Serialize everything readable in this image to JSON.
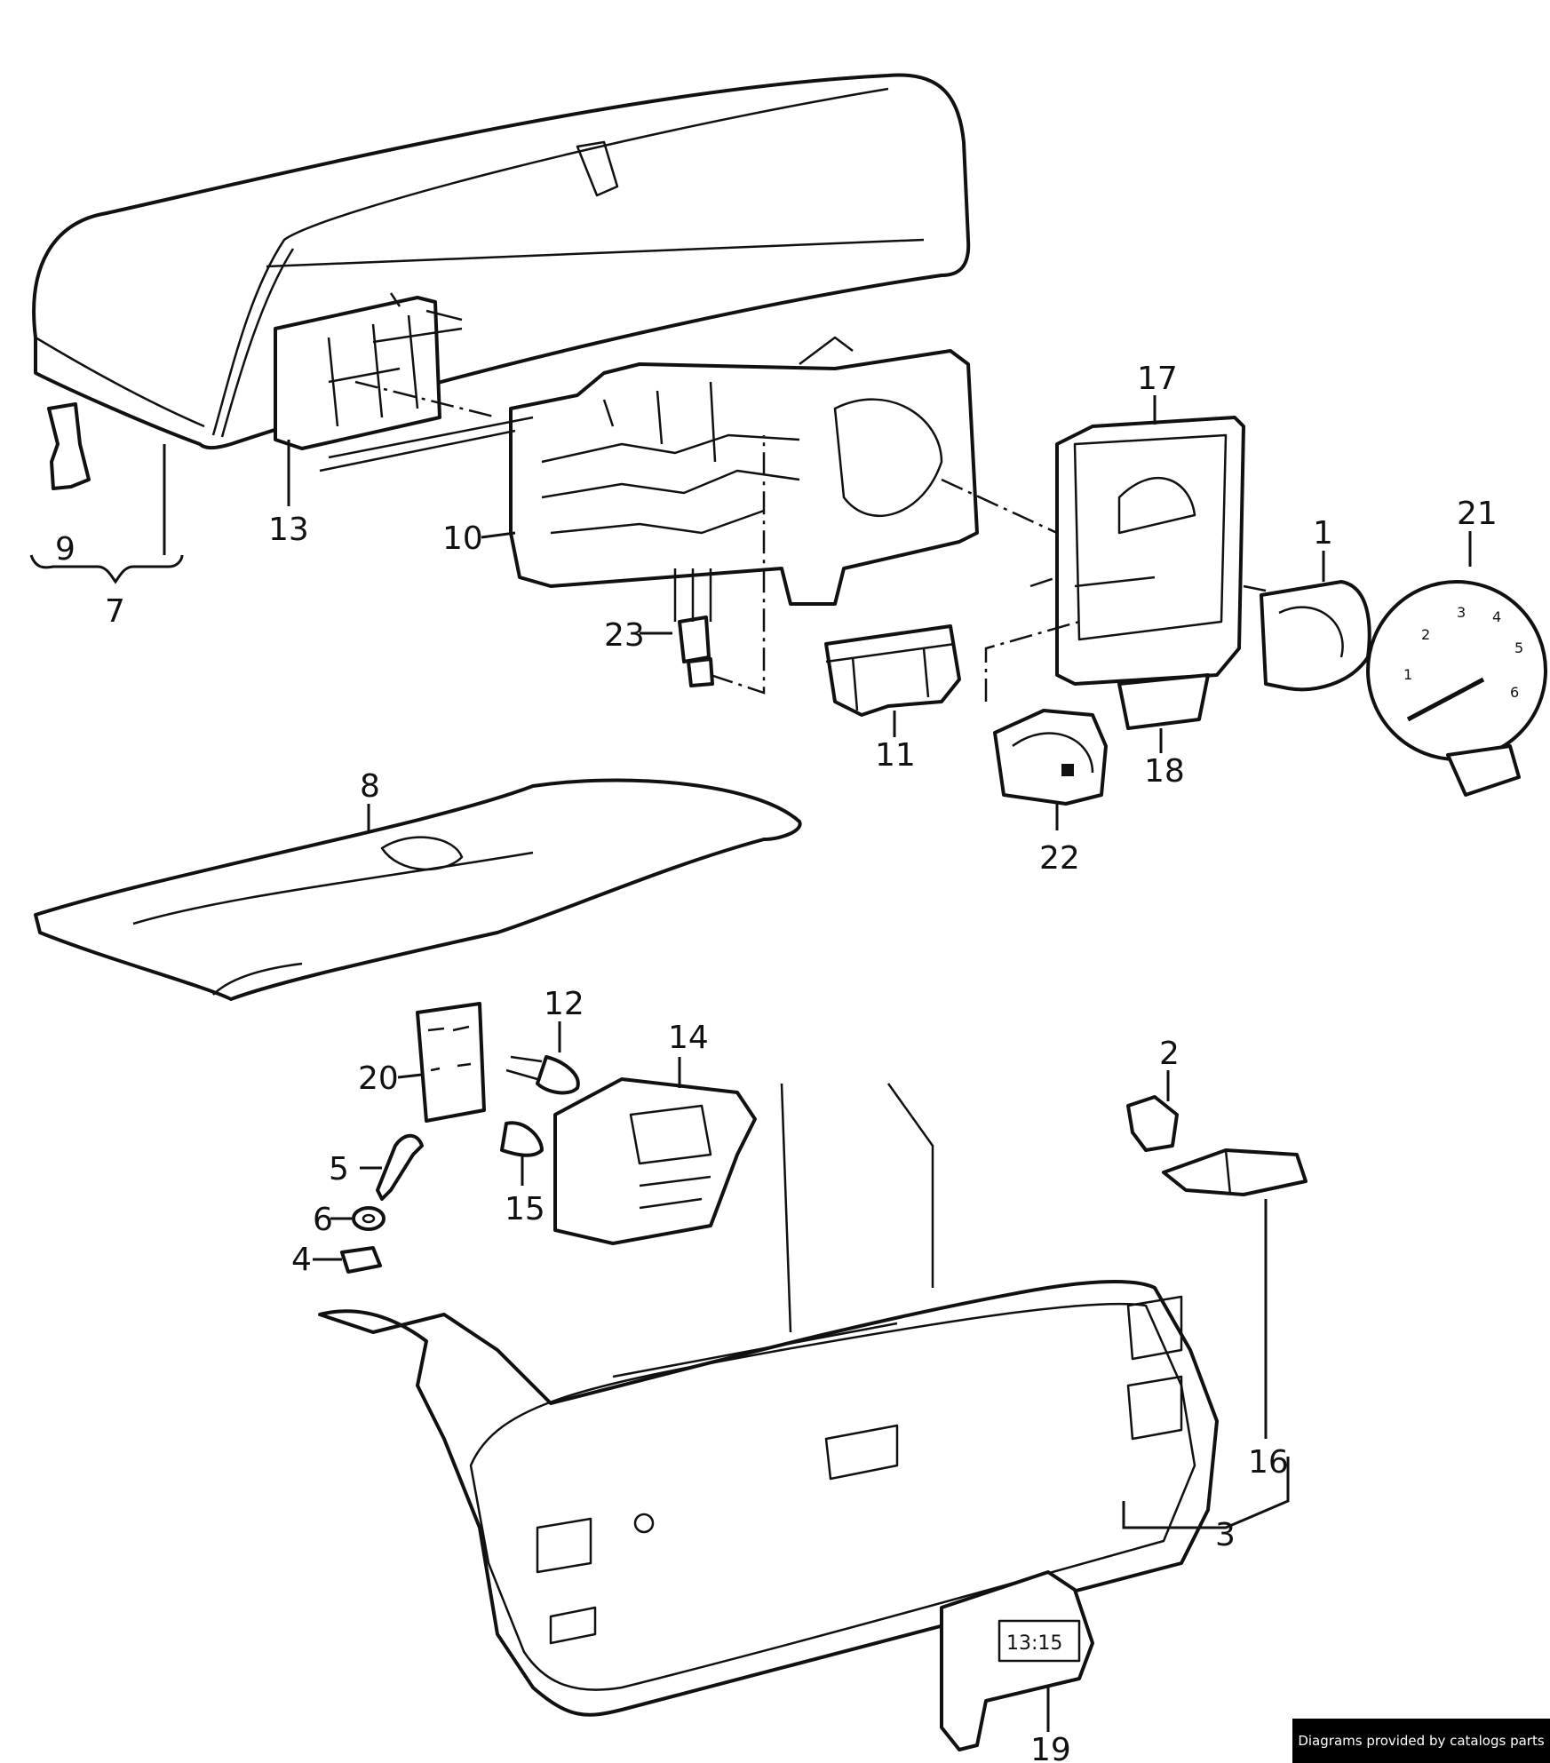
{
  "callouts": [
    {
      "id": "1",
      "text": "1"
    },
    {
      "id": "2",
      "text": "2"
    },
    {
      "id": "3",
      "text": "3"
    },
    {
      "id": "4",
      "text": "4"
    },
    {
      "id": "5",
      "text": "5"
    },
    {
      "id": "6",
      "text": "6"
    },
    {
      "id": "7",
      "text": "7"
    },
    {
      "id": "8",
      "text": "8"
    },
    {
      "id": "9",
      "text": "9"
    },
    {
      "id": "10",
      "text": "10"
    },
    {
      "id": "11",
      "text": "11"
    },
    {
      "id": "12",
      "text": "12"
    },
    {
      "id": "13",
      "text": "13"
    },
    {
      "id": "14",
      "text": "14"
    },
    {
      "id": "15",
      "text": "15"
    },
    {
      "id": "16",
      "text": "16"
    },
    {
      "id": "17",
      "text": "17"
    },
    {
      "id": "18",
      "text": "18"
    },
    {
      "id": "19",
      "text": "19"
    },
    {
      "id": "20",
      "text": "20"
    },
    {
      "id": "21",
      "text": "21"
    },
    {
      "id": "22",
      "text": "22"
    },
    {
      "id": "23",
      "text": "23"
    }
  ],
  "gauge_21": {
    "ticks": [
      "1",
      "2",
      "3",
      "4",
      "5",
      "6"
    ]
  },
  "clock_19": {
    "display": "13:15"
  },
  "watermark": "Diagrams provided by catalogs parts"
}
